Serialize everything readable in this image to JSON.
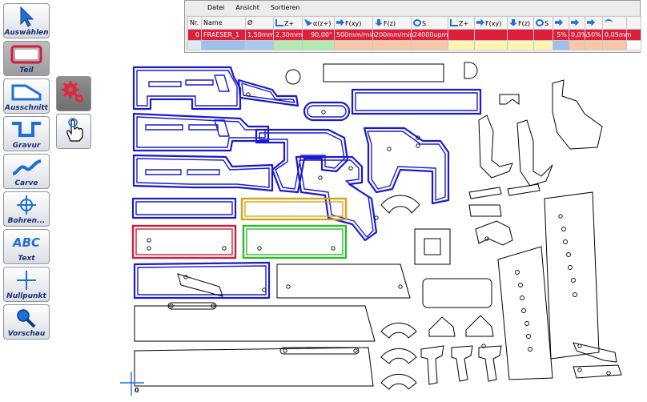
{
  "toolbar": {
    "select": "Auswählen",
    "part": "Teil",
    "cutout": "Ausschnitt",
    "engrave": "Gravur",
    "carve": "Carve",
    "drill": "Bohren...",
    "text": "Text",
    "text_icon_glyph": "ABC",
    "zero_point": "Nullpunkt",
    "preview": "Vorschau"
  },
  "menu": [
    "Datei",
    "Ansicht",
    "Sortieren"
  ],
  "table": {
    "headers": [
      "Nr.",
      "Name",
      "Ø",
      "Z+",
      "α(z+)",
      "F(xy)",
      "F(z)",
      "S",
      "Z+",
      "F(xy)",
      "F(z)",
      "S",
      "",
      "",
      "",
      "",
      ""
    ],
    "row": [
      "0",
      "FRAESER_1",
      "1,50mm",
      "2,30mm",
      "90,00°",
      "500mm/min",
      "200mm/min",
      "24000upm",
      "",
      "",
      "",
      "",
      "5%",
      "0,0%",
      "50%",
      "0,05mm",
      ""
    ],
    "color_row": [
      "#dfe8f5",
      "#9cc0ea",
      "#a7c9ef",
      "#b3e9b0",
      "#b3e9b0",
      "#f9c6a7",
      "#f9c6a7",
      "#f9c6a7",
      "#fdf5b1",
      "#fdf5b1",
      "#fdf5b1",
      "#fdf5b1",
      "#9cc0ea",
      "#f9c6a7",
      "#f9c6a7",
      "#f9c6a7",
      "#ffffff"
    ]
  },
  "canvas": {
    "origin_label": "0"
  },
  "colors": {
    "part_outline": "#1a1acc",
    "selected_red": "#cc1e3a",
    "selected_yellow": "#d4a417",
    "selected_green": "#2eb82e",
    "accent": "#1f6fd6"
  }
}
